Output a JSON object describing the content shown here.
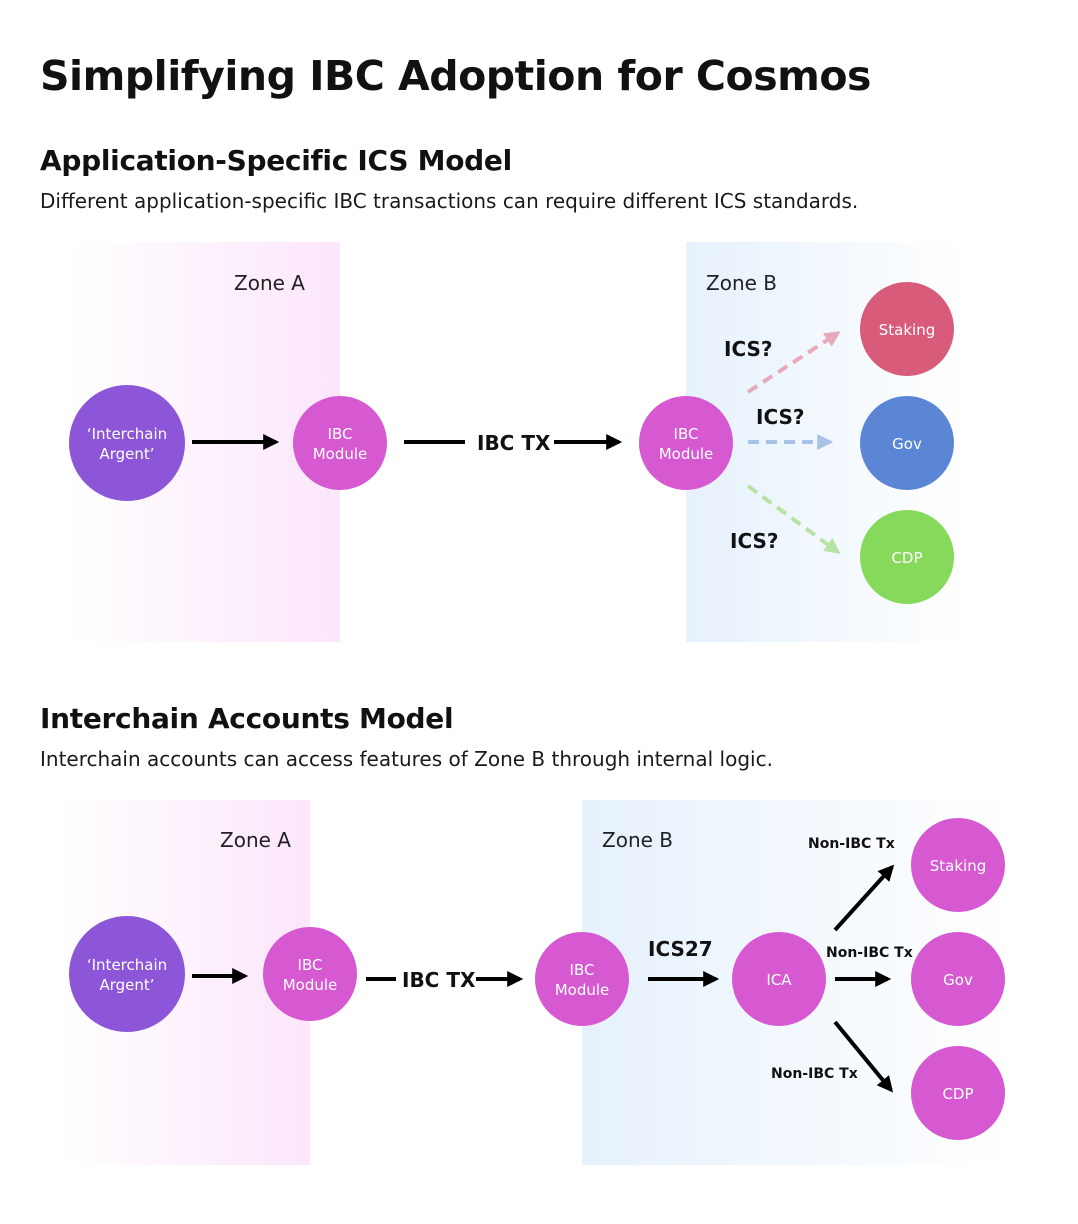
{
  "title": "Simplifying IBC Adoption for Cosmos",
  "colors": {
    "agent": "#8d55d8",
    "module": "#d659d2",
    "staking": "#d85c7a",
    "gov": "#5b86d6",
    "cdp": "#86d95b",
    "zone_a_bg": "#fdeefd",
    "zone_b_bg": "#eaf3fd",
    "arrow": "#000000",
    "dash_staking": "#e8a9bb",
    "dash_gov": "#a9c3e8",
    "dash_cdp": "#b6e3a4"
  },
  "section1": {
    "title": "Application-Specific ICS Model",
    "description": "Different application-specific IBC transactions can require different ICS standards.",
    "zone_a": "Zone A",
    "zone_b": "Zone B",
    "agent": [
      "‘Interchain",
      "Argent’"
    ],
    "module_a": [
      "IBC",
      "Module"
    ],
    "tx_label": "IBC TX",
    "module_b": [
      "IBC",
      "Module"
    ],
    "staking": "Staking",
    "gov": "Gov",
    "cdp": "CDP",
    "ics_staking": "ICS?",
    "ics_gov": "ICS?",
    "ics_cdp": "ICS?"
  },
  "section2": {
    "title": "Interchain Accounts Model",
    "description": "Interchain accounts can access features of Zone B through internal logic.",
    "zone_a": "Zone A",
    "zone_b": "Zone B",
    "agent": [
      "‘Interchain",
      "Argent’"
    ],
    "module_a": [
      "IBC",
      "Module"
    ],
    "tx_label": "IBC TX",
    "module_b": [
      "IBC",
      "Module"
    ],
    "ics27": "ICS27",
    "ica": "ICA",
    "staking": "Staking",
    "gov": "Gov",
    "cdp": "CDP",
    "tx_staking": "Non-IBC Tx",
    "tx_gov": "Non-IBC Tx",
    "tx_cdp": "Non-IBC Tx"
  }
}
